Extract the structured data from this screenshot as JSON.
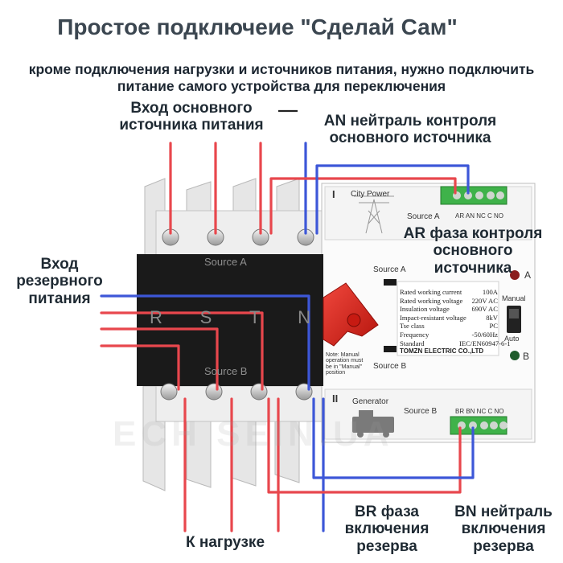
{
  "title": "Простое подключеие \"Сделай Сам\"",
  "subtitle": "кроме подключения нагрузки и источников питания, нужно подключить питание самого устройства для переключения",
  "labels": {
    "main_input": "Вход основного источника питания",
    "an": "AN нейтраль контроля основного источника",
    "ar": "AR фаза контроля основного источника",
    "backup_input": "Вход резервного питания",
    "load": "К нагрузке",
    "br": "BR фаза включения резерва",
    "bn": "BN нейтраль включения резерва"
  },
  "device": {
    "brand": "TOMZN ELECTRIC CO.,LTD",
    "city_power": "City Power",
    "generator": "Generator",
    "source_a": "Source A",
    "source_b": "Source B",
    "terminal_a": "AR AN NC C NO",
    "terminal_b": "BR BN NC C NO",
    "phases": [
      "R",
      "S",
      "T",
      "N"
    ],
    "roman_1": "I",
    "roman_2": "II",
    "indicator_a": "A",
    "indicator_b": "B",
    "mode_manual": "Manual",
    "mode_auto": "Auto",
    "note": "Note: Manual operation must be in \"Manual\" position",
    "specs": [
      {
        "key": "Rated working current",
        "value": "100A"
      },
      {
        "key": "Rated working voltage",
        "value": "220V AC"
      },
      {
        "key": "Insulation voltage",
        "value": "690V AC"
      },
      {
        "key": "Impact-resistant voltage",
        "value": "8kV"
      },
      {
        "key": "Tse class",
        "value": "PC"
      },
      {
        "key": "Frequency",
        "value": "-50/60Hz"
      },
      {
        "key": "Standard",
        "value": "IEC/EN60947-6-1"
      }
    ]
  },
  "watermark": "ECH SEIN.UA",
  "colors": {
    "phase_wire": "#e8474d",
    "neutral_wire": "#3d57d8",
    "housing": "#1a1a1a",
    "handle": "#e02a20",
    "terminal_green": "#3fb24a"
  }
}
